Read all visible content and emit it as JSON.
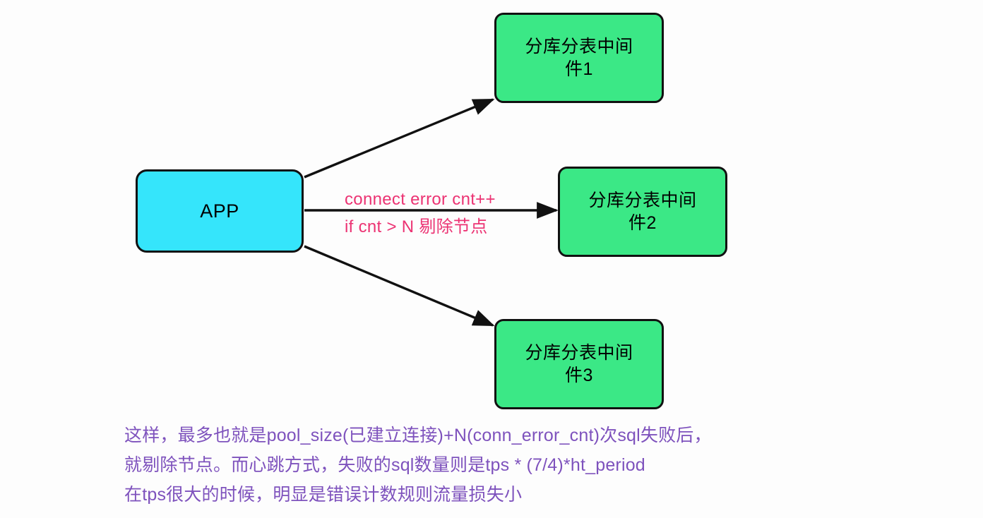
{
  "diagram": {
    "type": "flow-diagram",
    "background_color": "#fdfdfd",
    "nodes": {
      "app": {
        "label": "APP",
        "fill_color": "#35e5fb",
        "border_color": "#111111"
      },
      "middleware_1": {
        "label": "分库分表中间\n件1",
        "fill_color": "#3be886",
        "border_color": "#111111"
      },
      "middleware_2": {
        "label": "分库分表中间\n件2",
        "fill_color": "#3be886",
        "border_color": "#111111"
      },
      "middleware_3": {
        "label": "分库分表中间\n件3",
        "fill_color": "#3be886",
        "border_color": "#111111"
      }
    },
    "edges": {
      "color": "#111111",
      "label_color": "#ec3373",
      "middle_label_line1": "connect error cnt++",
      "middle_label_line2": "if cnt > N 剔除节点"
    },
    "caption": {
      "color": "#7e52bd",
      "lines": [
        "这样，最多也就是pool_size(已建立连接)+N(conn_error_cnt)次sql失败后，",
        "就剔除节点。而心跳方式，失败的sql数量则是tps * (7/4)*ht_period",
        "在tps很大的时候，明显是错误计数规则流量损失小"
      ]
    }
  }
}
